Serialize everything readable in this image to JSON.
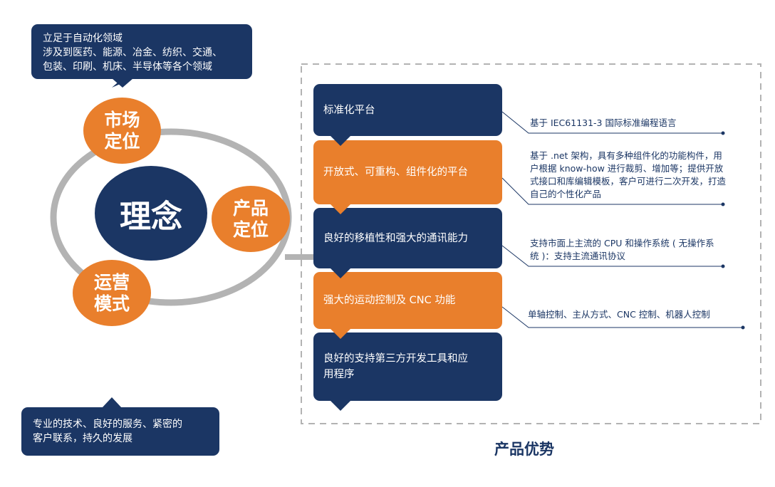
{
  "colors": {
    "navy": "#1b3664",
    "orange": "#e97f2c",
    "ring": "#b3b3b3"
  },
  "left": {
    "top_callout": [
      "立足于自动化领域",
      "涉及到医药、能源、冶金、纺织、交通、",
      "包装、印刷、机床、半导体等各个领域"
    ],
    "bottom_callout": [
      "专业的技术、良好的服务、紧密的",
      "客户联系，持久的发展"
    ],
    "center": "理念",
    "nodes": {
      "market": [
        "市场",
        "定位"
      ],
      "product": [
        "产品",
        "定位"
      ],
      "operations": [
        "运营",
        "模式"
      ]
    }
  },
  "advantages": {
    "title": "产品优势",
    "items": [
      {
        "label": "标准化平台",
        "desc": "基于 IEC61131-3 国际标准编程语言"
      },
      {
        "label": "开放式、可重构、组件化的平台",
        "desc": "基于 .net 架构，具有多种组件化的功能构件，用户根据 know-how 进行裁剪、增加等；提供开放式接口和库编辑模板，客户可进行二次开发，打造自己的个性化产品"
      },
      {
        "label": "良好的移植性和强大的通讯能力",
        "desc": "支持市面上主流的 CPU 和操作系统 ( 无操作系统 )：支持主流通讯协议"
      },
      {
        "label": "强大的运动控制及 CNC 功能",
        "desc": "单轴控制、主从方式、CNC 控制、机器人控制"
      },
      {
        "label": "良好的支持第三方开发工具和应用程序",
        "desc": ""
      }
    ]
  }
}
